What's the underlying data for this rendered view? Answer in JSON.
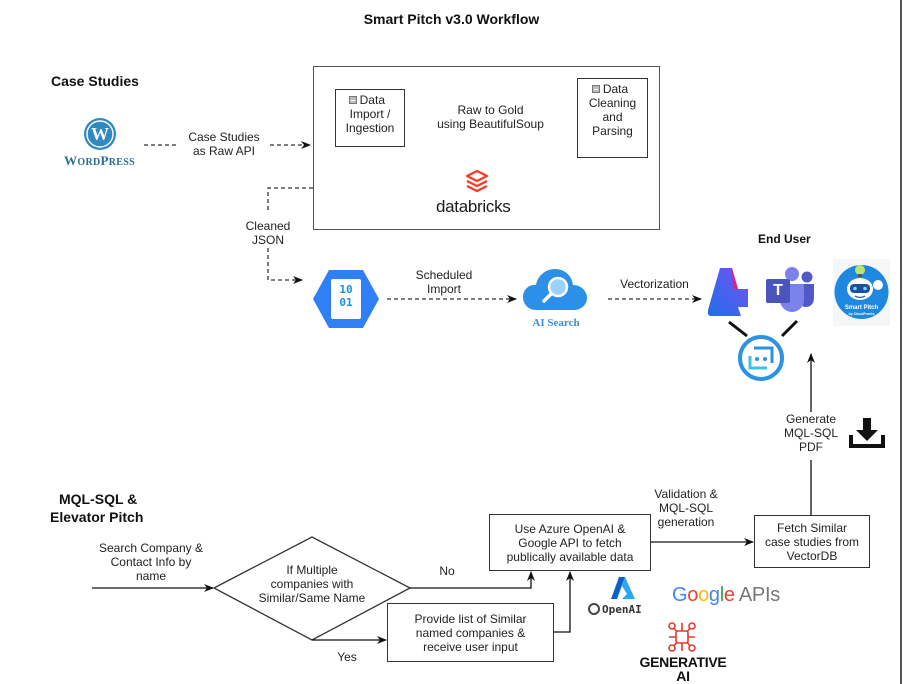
{
  "title": "Smart Pitch v3.0 Workflow",
  "sections": {
    "case_studies": "Case Studies",
    "mql_line1": "MQL-SQL &",
    "mql_line2": "Elevator Pitch",
    "end_user": "End User"
  },
  "case_studies_flow": {
    "source_logo": {
      "line1_big": "W",
      "line1_small": "ORD",
      "line2_big": "P",
      "line2_small": "RESS"
    },
    "raw_api_label": [
      "Case Studies",
      "as Raw API"
    ],
    "databricks": {
      "logo_text": "databricks",
      "import_box": [
        "Data",
        "Import /",
        "Ingestion"
      ],
      "transform_label": [
        "Raw to Gold",
        "using BeautifulSoup"
      ],
      "cleaning_box": [
        "Data",
        "Cleaning",
        "and",
        "Parsing"
      ]
    },
    "cleaned_json_label": [
      "Cleaned",
      "JSON"
    ],
    "storage_icon_text": [
      "10",
      "01"
    ],
    "scheduled_import_label": [
      "Scheduled",
      "Import"
    ],
    "ai_search_label": "AI Search",
    "vectorization_label": "Vectorization",
    "smart_pitch_logo": {
      "line1": "Smart Pitch",
      "line2": "by CloudFronts"
    },
    "teams_letter": "T",
    "generate_label": [
      "Generate",
      "MQL-SQL",
      "PDF"
    ]
  },
  "mql_flow": {
    "search_label": [
      "Search Company &",
      "Contact Info by",
      "name"
    ],
    "decision": [
      "If Multiple",
      "companies with",
      "Similar/Same Name"
    ],
    "no_label": "No",
    "yes_label": "Yes",
    "provide_box": [
      "Provide list of Similar",
      "named companies &",
      "receive user input"
    ],
    "azure_box": [
      "Use Azure OpenAI &",
      "Google API to fetch",
      "publically available data"
    ],
    "validation_label": [
      "Validation &",
      "MQL-SQL",
      "generation"
    ],
    "fetch_box": [
      "Fetch Similar",
      "case studies from",
      "VectorDB"
    ],
    "openai_text": "OpenAI",
    "google_apis": {
      "letters": [
        "G",
        "o",
        "o",
        "g",
        "l",
        "e"
      ],
      "suffix": "APIs"
    },
    "generative_ai": [
      "GENERATIVE",
      "AI"
    ]
  },
  "colors": {
    "google_blue": "#4285F4",
    "google_red": "#EA4335",
    "google_yellow": "#FBBC05",
    "google_green": "#34A853",
    "databricks_red": "#FF3621",
    "azure_blue": "#0078D4",
    "teams_purple": "#5059C9"
  }
}
